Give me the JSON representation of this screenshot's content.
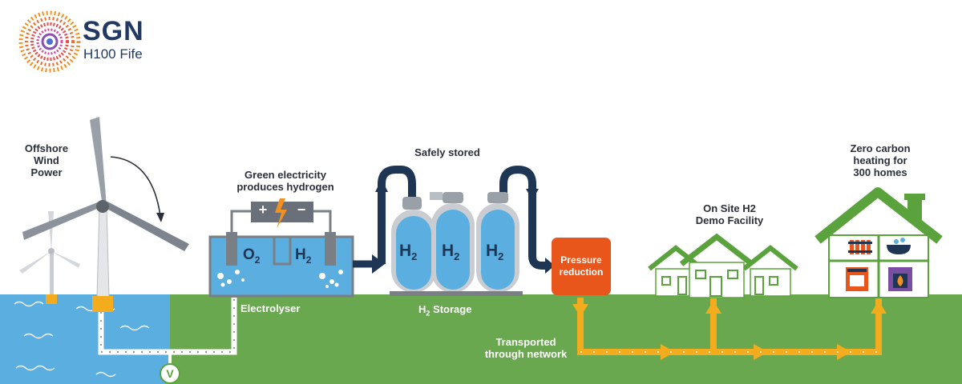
{
  "logo": {
    "name": "SGN",
    "subtitle": "H100 Fife"
  },
  "labels": {
    "offshore": "Offshore\nWind\nPower",
    "green_electricity": "Green electricity\nproduces hydrogen",
    "safely_stored": "Safely stored",
    "electrolyser": "Electrolyser",
    "h2_storage_prefix": "H",
    "h2_storage_sub": "2",
    "h2_storage_suffix": " Storage",
    "pressure_reduction": "Pressure\nreduction",
    "on_site": "On Site H2\nDemo Facility",
    "zero_carbon": "Zero carbon\nheating for\n300 homes",
    "transported": "Transported\nthrough network",
    "valve": "V"
  },
  "electrolyser": {
    "plus": "+",
    "minus": "−",
    "o2_base": "O",
    "o2_sub": "2",
    "h2_base": "H",
    "h2_sub": "2"
  },
  "tanks": [
    {
      "base": "H",
      "sub": "2"
    },
    {
      "base": "H",
      "sub": "2"
    },
    {
      "base": "H",
      "sub": "2"
    }
  ],
  "colors": {
    "sea": "#5aaee0",
    "grass": "#6aa84f",
    "hydrogen_pipe": "#f2ac1e",
    "electric_pipe": "#1f3554",
    "pressure_box": "#e8561c",
    "house_roof": "#5aa33c",
    "brand": "#223a63"
  }
}
